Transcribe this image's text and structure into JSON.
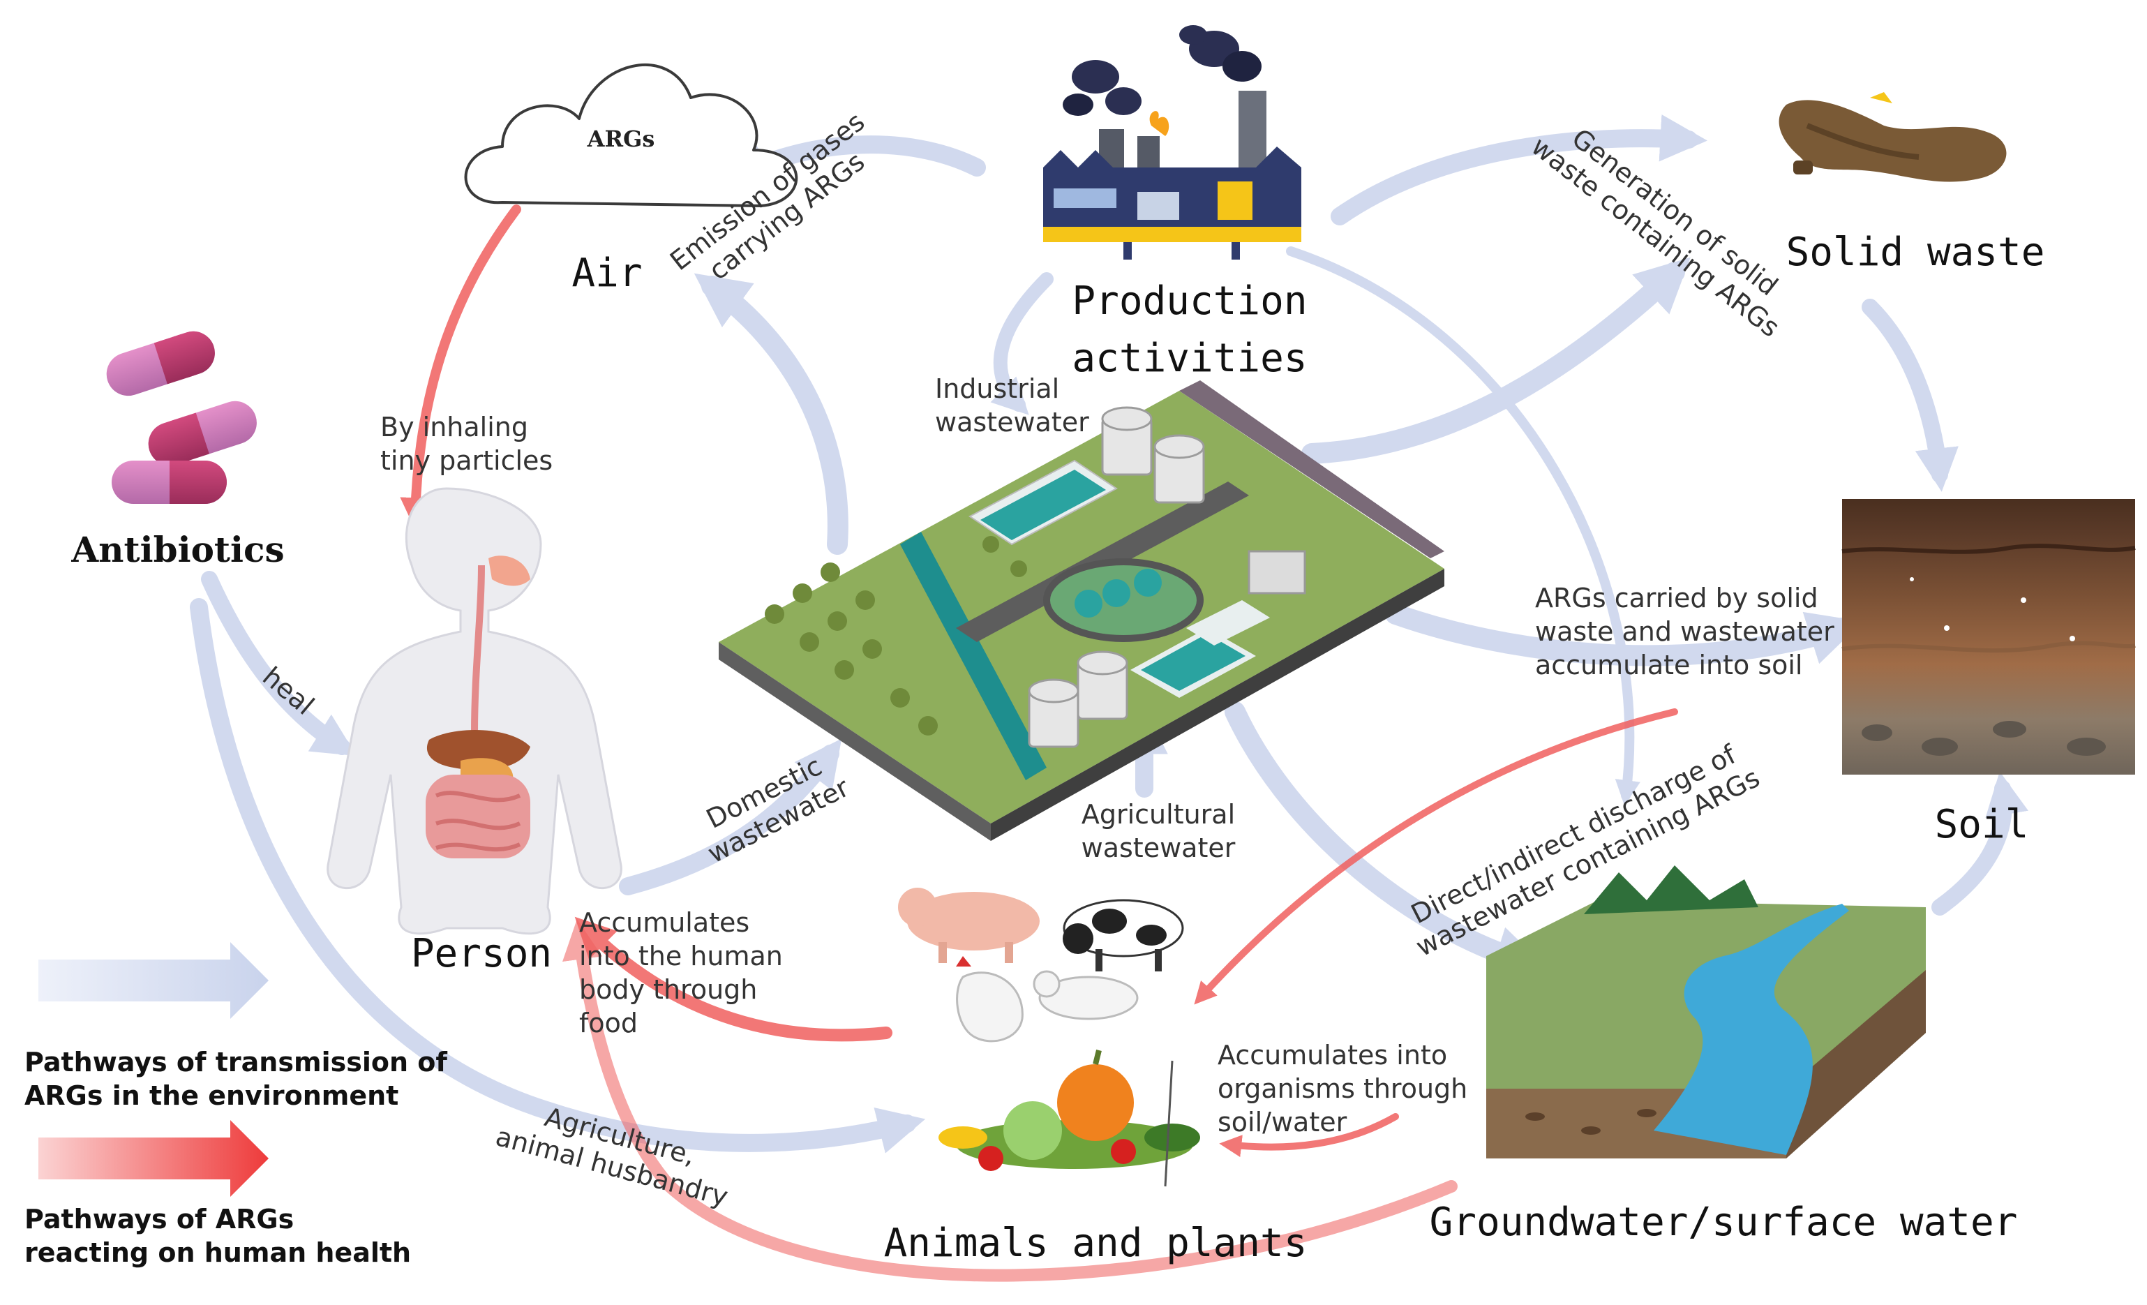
{
  "labels": {
    "air": "Air",
    "args_cloud": "ARGs",
    "production_1": "Production",
    "production_2": "activities",
    "solid_waste": "Solid waste",
    "soil": "Soil",
    "antibiotics": "Antibiotics",
    "person": "Person",
    "animals_plants": "Animals and plants",
    "groundwater": "Groundwater/surface water"
  },
  "pathways": {
    "emission_1": "Emission of gases",
    "emission_2": "carrying ARGs",
    "inhaling_1": "By inhaling",
    "inhaling_2": "tiny particles",
    "industrial_1": "Industrial",
    "industrial_2": "wastewater",
    "generation_1": "Generation of solid",
    "generation_2": "waste containing ARGs",
    "soil_accum_1": "ARGs carried by solid",
    "soil_accum_2": "waste and wastewater",
    "soil_accum_3": "accumulate into soil",
    "heal": "heal",
    "domestic_1": "Domestic",
    "domestic_2": "wastewater",
    "agri_ww_1": "Agricultural",
    "agri_ww_2": "wastewater",
    "discharge_1": "Direct/indirect discharge of",
    "discharge_2": "wastewater containing ARGs",
    "food_1": "Accumulates",
    "food_2": "into the human",
    "food_3": "body through",
    "food_4": "food",
    "organisms_1": "Accumulates into",
    "organisms_2": "organisms through",
    "organisms_3": "soil/water",
    "agri_1": "Agriculture,",
    "agri_2": "animal husbandry"
  },
  "legend": {
    "blue_1": "Pathways of transmission of",
    "blue_2": "ARGs in the environment",
    "red_1": "Pathways of ARGs",
    "red_2": "reacting on human health"
  },
  "colors": {
    "env_pathway": "#c9d3ec",
    "health_pathway": "#f0605f"
  }
}
